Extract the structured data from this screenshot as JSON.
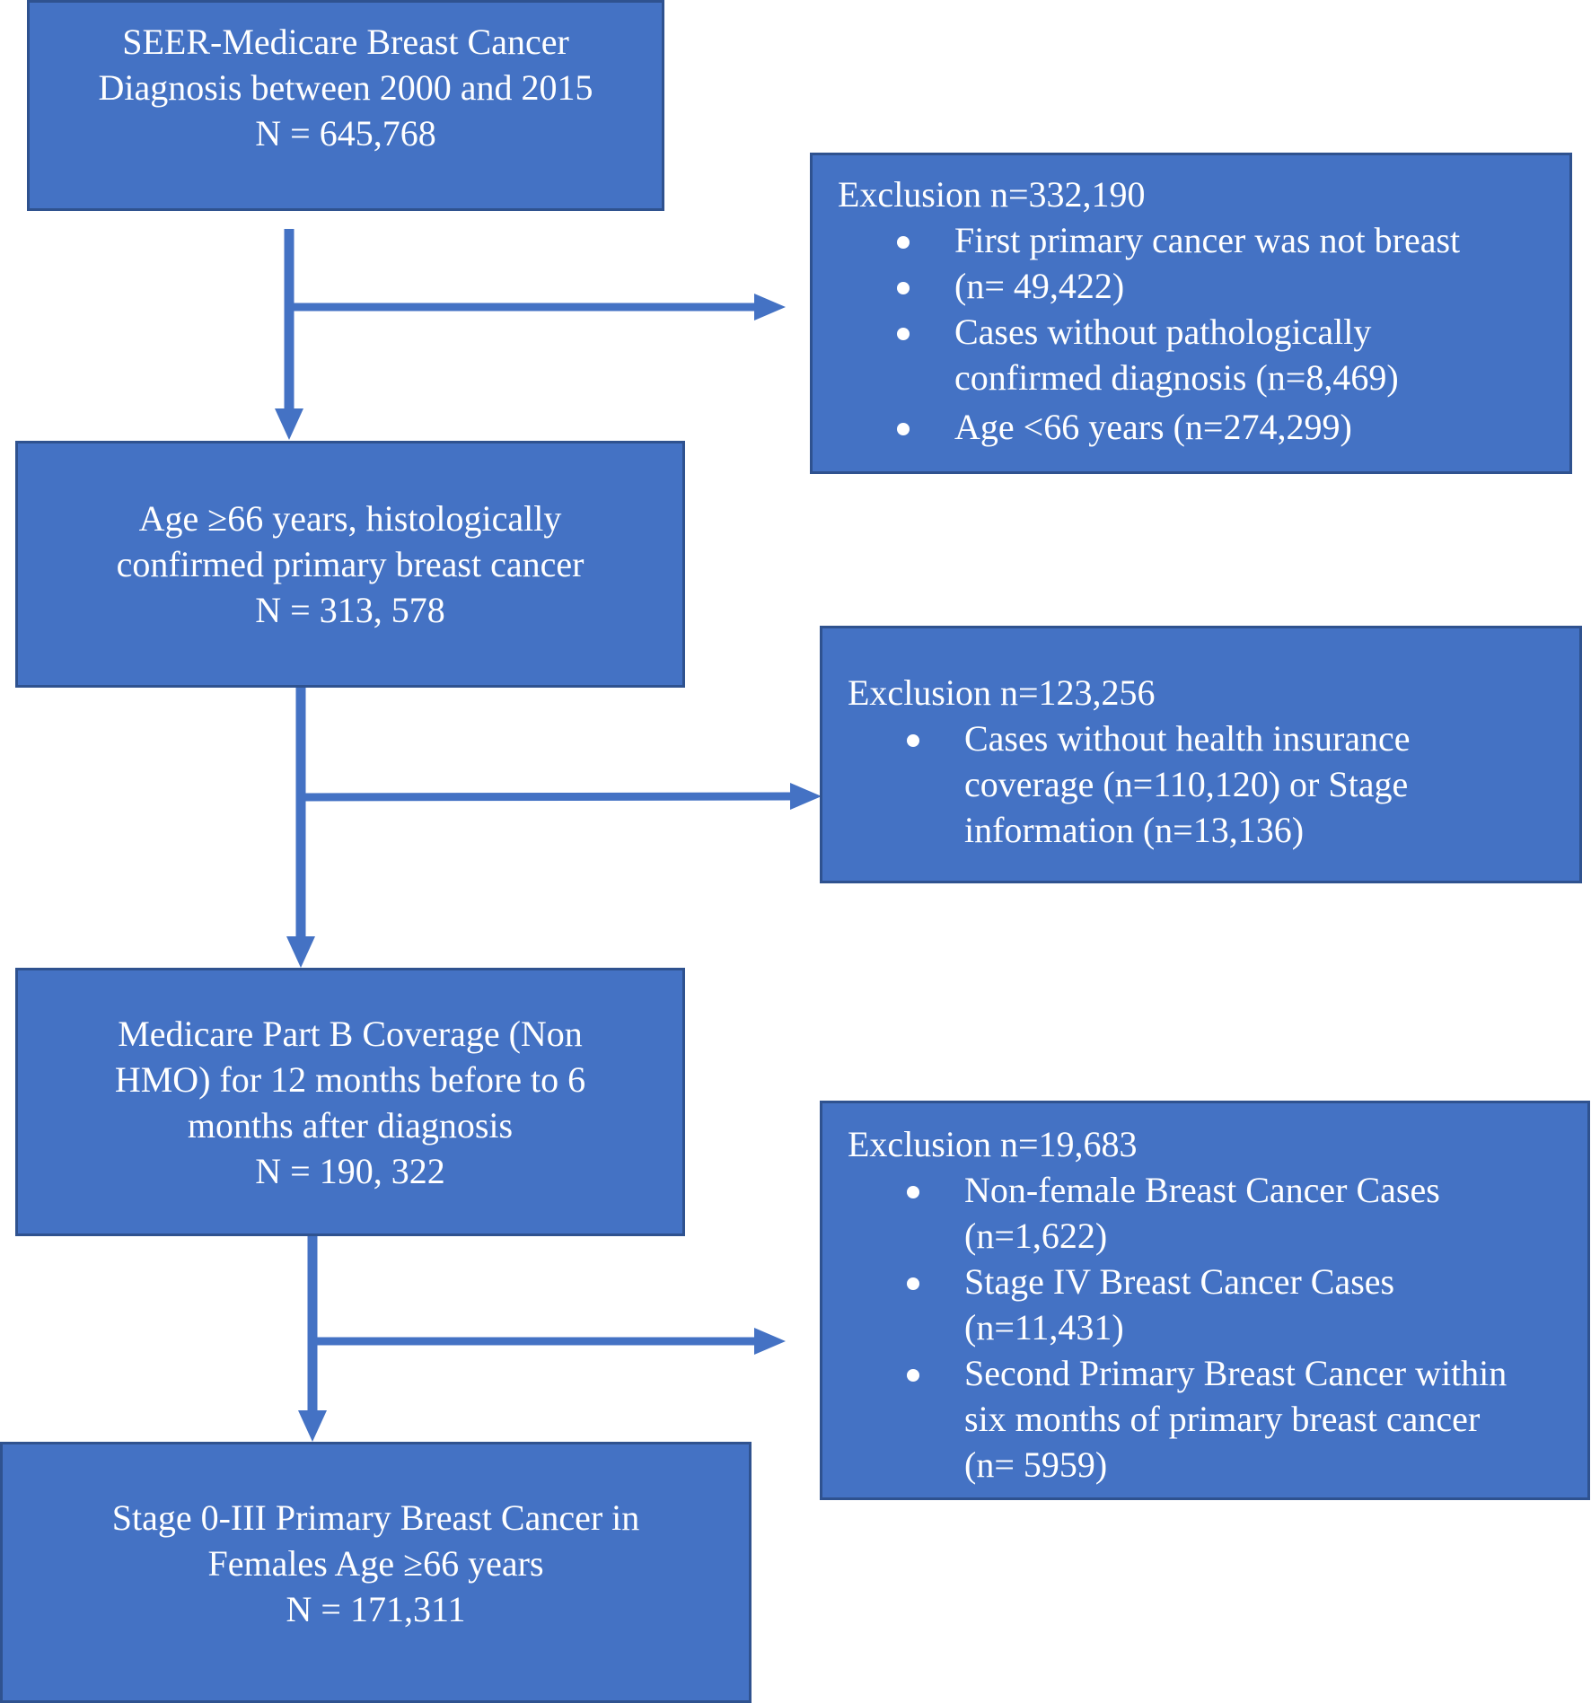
{
  "colors": {
    "box_fill": "#4472c4",
    "box_border": "#2f528f",
    "text": "#ffffff",
    "arrow": "#4472c4"
  },
  "flow": [
    {
      "lines": [
        "SEER-Medicare Breast Cancer",
        "Diagnosis between 2000 and 2015",
        "N = 645,768"
      ]
    },
    {
      "lines": [
        "Age ≥66 years, histologically",
        "confirmed primary breast cancer",
        "N = 313, 578"
      ]
    },
    {
      "lines": [
        "Medicare Part B Coverage (Non",
        "HMO) for 12 months before to 6",
        "months after diagnosis",
        "N = 190, 322"
      ]
    },
    {
      "lines": [
        "Stage 0-III Primary Breast Cancer in",
        "Females Age ≥66 years",
        "N = 171,311"
      ]
    }
  ],
  "exclusions": [
    {
      "title": "Exclusion n=332,190",
      "items": [
        [
          "First primary cancer was not breast"
        ],
        [
          "(n= 49,422)"
        ],
        [
          "Cases without pathologically",
          "confirmed diagnosis (n=8,469)"
        ],
        [
          "Age <66 years (n=274,299)"
        ]
      ]
    },
    {
      "title": "Exclusion n=123,256",
      "items": [
        [
          "Cases without health insurance",
          "coverage (n=110,120) or Stage",
          "information (n=13,136)"
        ]
      ]
    },
    {
      "title": "Exclusion n=19,683",
      "items": [
        [
          "Non-female Breast Cancer Cases",
          "(n=1,622)"
        ],
        [
          "Stage IV Breast Cancer Cases",
          "(n=11,431)"
        ],
        [
          "Second Primary Breast Cancer within",
          "six months of primary breast cancer",
          "(n= 5959)"
        ]
      ]
    }
  ]
}
